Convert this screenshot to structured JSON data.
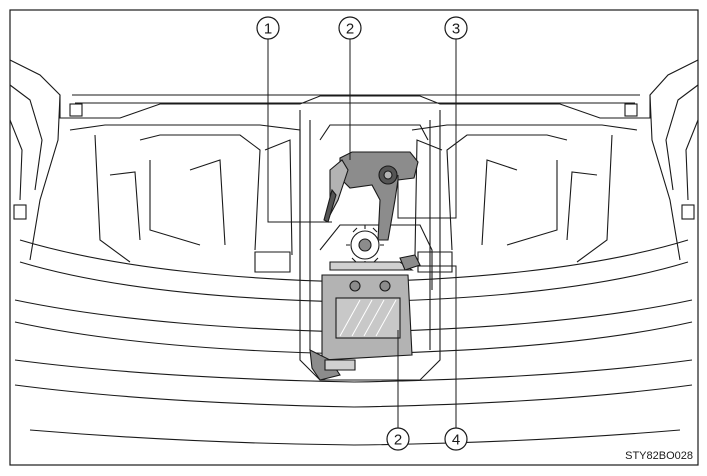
{
  "figure": {
    "code": "STY82BO028",
    "callouts": [
      {
        "number": "1"
      },
      {
        "number": "2"
      },
      {
        "number": "3"
      },
      {
        "number": "2"
      },
      {
        "number": "4"
      }
    ]
  },
  "colors": {
    "line": "#1a1a1a",
    "tool_fill": "#8c8c8c",
    "tool_dark": "#555555",
    "tray_fill": "#b3b3b3",
    "background": "#ffffff"
  }
}
